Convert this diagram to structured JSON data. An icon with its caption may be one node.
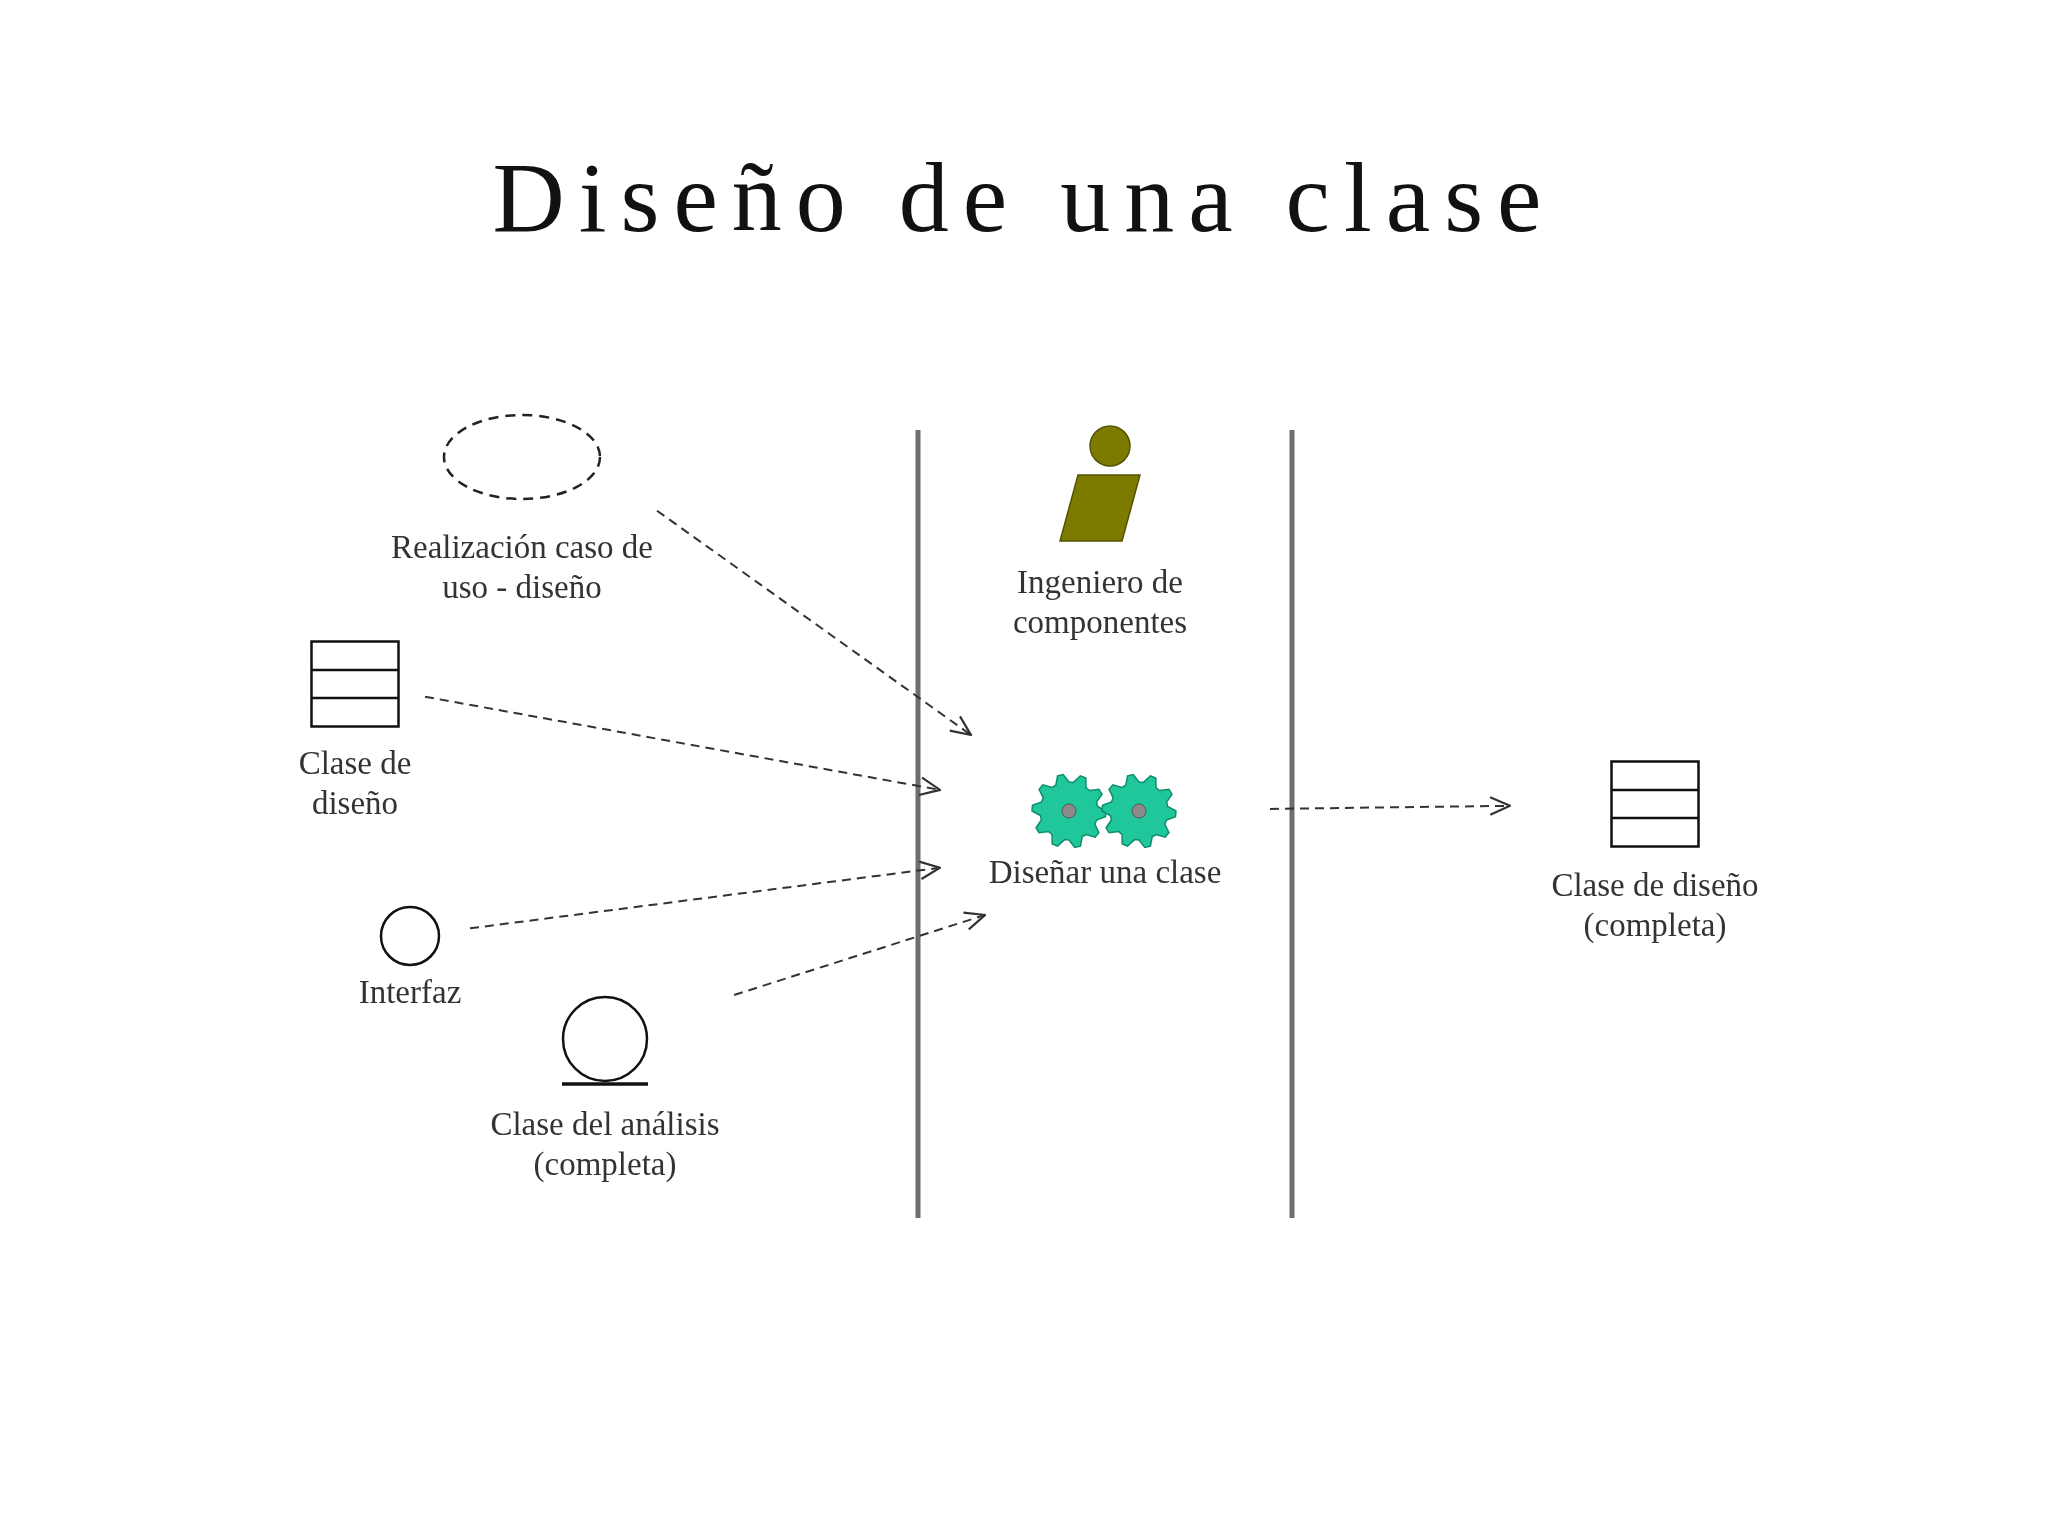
{
  "diagram": {
    "title": "Diseño de una clase",
    "nodes": [
      {
        "text": [
          "Realización caso de uso - diseño"
        ]
      },
      {
        "text": [
          "Clase de diseño"
        ]
      },
      {
        "text": [
          "Interfaz"
        ]
      },
      {
        "text": [
          "Clase del análisis (completa)"
        ]
      },
      {
        "text": [
          "Ingeniero de componentes"
        ]
      },
      {
        "text": [
          "Diseñar una clase"
        ]
      },
      {
        "text": [
          "Clase de diseño (completa)"
        ]
      }
    ],
    "edges": [
      {
        "from": 0,
        "to": 5,
        "arrow": "to",
        "style": "dashed"
      },
      {
        "from": 1,
        "to": 5,
        "arrow": "to",
        "style": "dashed"
      },
      {
        "from": 2,
        "to": 5,
        "arrow": "to",
        "style": "dashed"
      },
      {
        "from": 3,
        "to": 5,
        "arrow": "to",
        "style": "dashed"
      },
      {
        "from": 5,
        "to": 6,
        "arrow": "to",
        "style": "dashed"
      }
    ]
  }
}
